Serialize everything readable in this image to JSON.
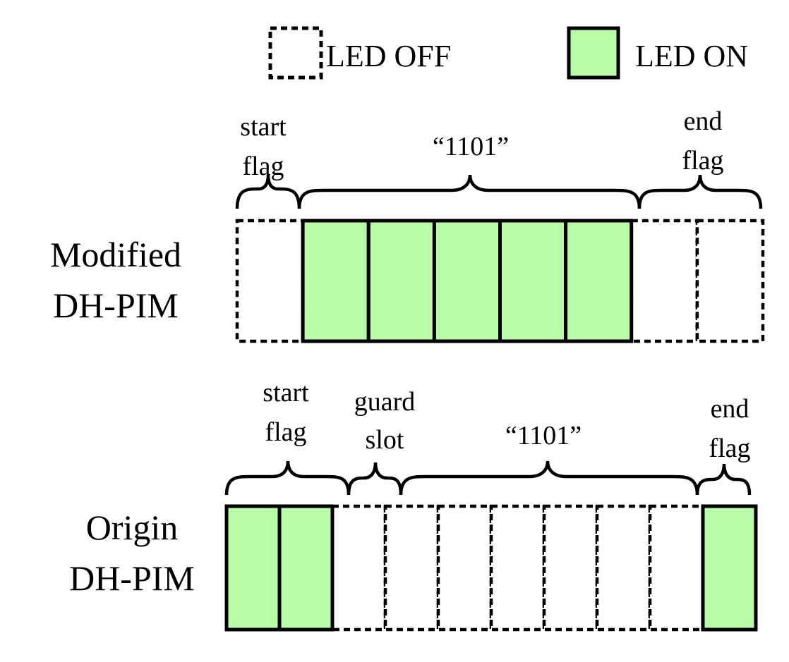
{
  "legend": {
    "off_label": "LED OFF",
    "on_label": "LED ON"
  },
  "colors": {
    "on_fill": "#b9fba7",
    "off_fill": "#ffffff",
    "stroke": "#000000"
  },
  "modified": {
    "row_label_line1": "Modified",
    "row_label_line2": "DH-PIM",
    "start_flag_line1": "start",
    "start_flag_line2": "flag",
    "data_label": "“1101”",
    "end_flag_line1": "end",
    "end_flag_line2": "flag",
    "slot_states": [
      "off",
      "on",
      "on",
      "on",
      "on",
      "on",
      "off",
      "off"
    ]
  },
  "origin": {
    "row_label_line1": "Origin",
    "row_label_line2": "DH-PIM",
    "start_flag_line1": "start",
    "start_flag_line2": "flag",
    "guard_line1": "guard",
    "guard_line2": "slot",
    "data_label": "“1101”",
    "end_flag_line1": "end",
    "end_flag_line2": "flag",
    "slot_states": [
      "on",
      "on",
      "off",
      "off",
      "off",
      "off",
      "off",
      "off",
      "off",
      "on"
    ]
  }
}
